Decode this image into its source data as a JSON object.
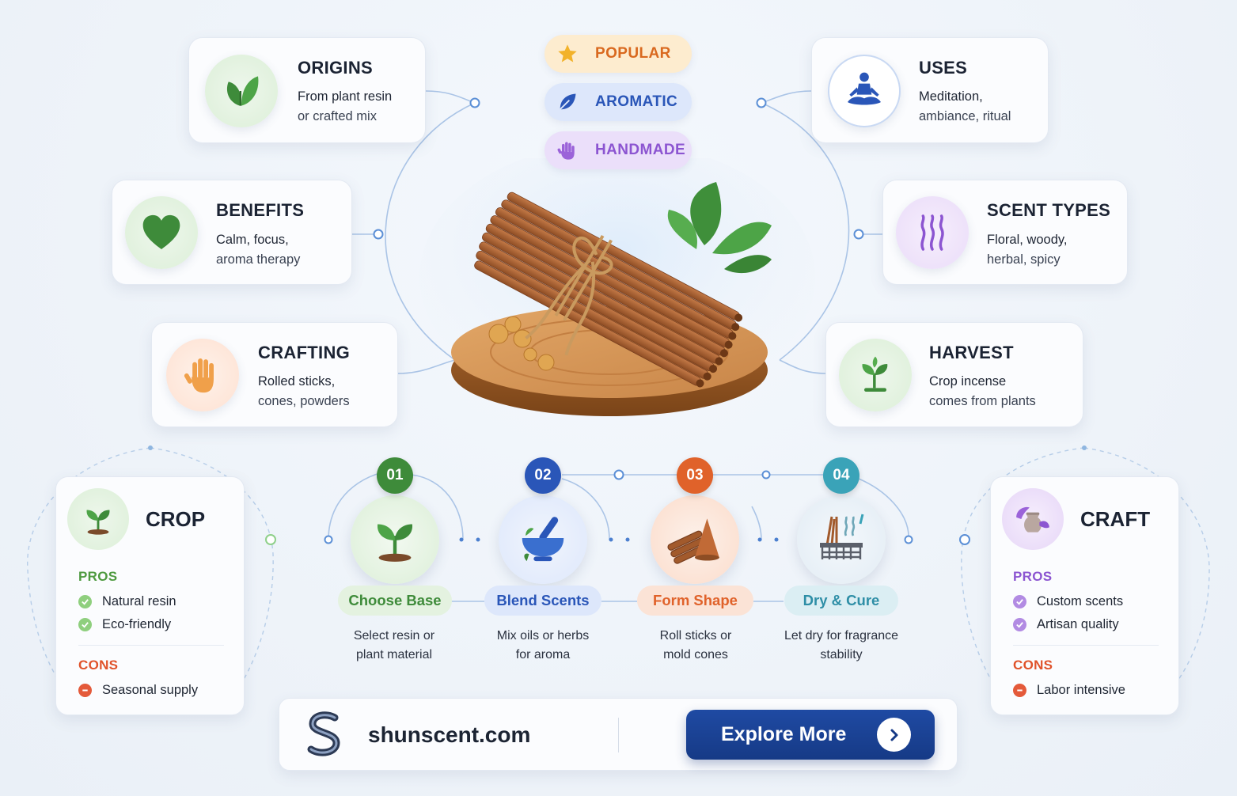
{
  "colors": {
    "green": "#3e8b3a",
    "blue": "#2a56b8",
    "orange": "#e0622a",
    "teal": "#3aa3b8",
    "purple": "#8c55d1",
    "gold": "#f2b22a",
    "navy": "#163a86",
    "cons_red": "#e0522a"
  },
  "badges": [
    {
      "label": "POPULAR",
      "icon": "star-icon"
    },
    {
      "label": "AROMATIC",
      "icon": "leaf-icon"
    },
    {
      "label": "HANDMADE",
      "icon": "hand-icon"
    }
  ],
  "cards": {
    "origins": {
      "title": "ORIGINS",
      "line1": "From plant resin",
      "line2": "or crafted mix",
      "icon": "leaves-icon"
    },
    "benefits": {
      "title": "BENEFITS",
      "line1": "Calm, focus,",
      "line2": "aroma therapy",
      "icon": "heart-icon"
    },
    "crafting": {
      "title": "CRAFTING",
      "line1": "Rolled sticks,",
      "line2": "cones, powders",
      "icon": "hand-icon"
    },
    "uses": {
      "title": "USES",
      "line1": "Meditation,",
      "line2": "ambiance, ritual",
      "icon": "meditation-icon"
    },
    "scent_types": {
      "title": "SCENT TYPES",
      "line1": "Floral, woody,",
      "line2": "herbal, spicy",
      "icon": "smoke-icon"
    },
    "harvest": {
      "title": "HARVEST",
      "line1": "Crop incense",
      "line2": "comes from plants",
      "icon": "sprout-icon"
    }
  },
  "steps": [
    {
      "num": "01",
      "label": "Choose Base",
      "desc1": "Select resin or",
      "desc2": "plant material",
      "icon": "sprout-icon"
    },
    {
      "num": "02",
      "label": "Blend Scents",
      "desc1": "Mix oils or herbs",
      "desc2": "for aroma",
      "icon": "mortar-pestle-icon"
    },
    {
      "num": "03",
      "label": "Form Shape",
      "desc1": "Roll sticks or",
      "desc2": "mold cones",
      "icon": "incense-cone-icon"
    },
    {
      "num": "04",
      "label": "Dry & Cure",
      "desc1": "Let dry for fragrance",
      "desc2": "stability",
      "icon": "drying-rack-icon"
    }
  ],
  "crop": {
    "title": "CROP",
    "pros_label": "PROS",
    "pros": [
      "Natural resin",
      "Eco-friendly"
    ],
    "cons_label": "CONS",
    "cons": [
      "Seasonal supply"
    ]
  },
  "craft": {
    "title": "CRAFT",
    "pros_label": "PROS",
    "pros": [
      "Custom scents",
      "Artisan quality"
    ],
    "cons_label": "CONS",
    "cons": [
      "Labor intensive"
    ]
  },
  "footer": {
    "site": "shunscent.com",
    "cta_label": "Explore More"
  }
}
